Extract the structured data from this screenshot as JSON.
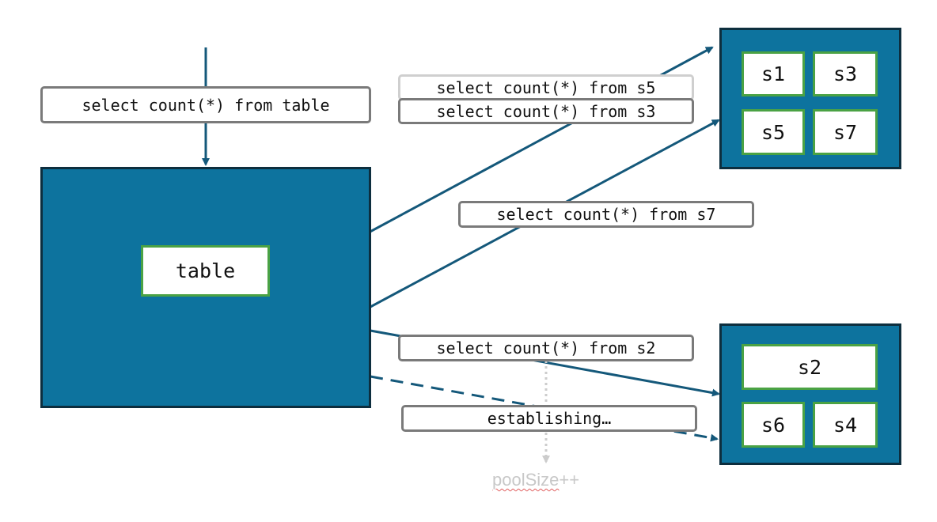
{
  "incoming_query": "select count(*) from table",
  "main_box": {
    "inner_label": "table"
  },
  "top_box": {
    "shards": [
      "s1",
      "s3",
      "s5",
      "s7"
    ]
  },
  "bottom_box": {
    "shards": [
      "s2",
      "s6",
      "s4"
    ]
  },
  "queries": {
    "s5": "select count(*) from s5",
    "s3": "select count(*) from s3",
    "s7": "select count(*) from s7",
    "s2": "select count(*) from s2",
    "establishing": "establishing…"
  },
  "pool": {
    "prefix": "poolSize",
    "suffix": "++"
  },
  "colors": {
    "arrow": "#14587a",
    "box_fill": "#0d739e",
    "box_border": "#0d2e3e",
    "shard_border": "#4aa244",
    "label_border": "#7a7a7a",
    "faded": "#cccccc"
  }
}
